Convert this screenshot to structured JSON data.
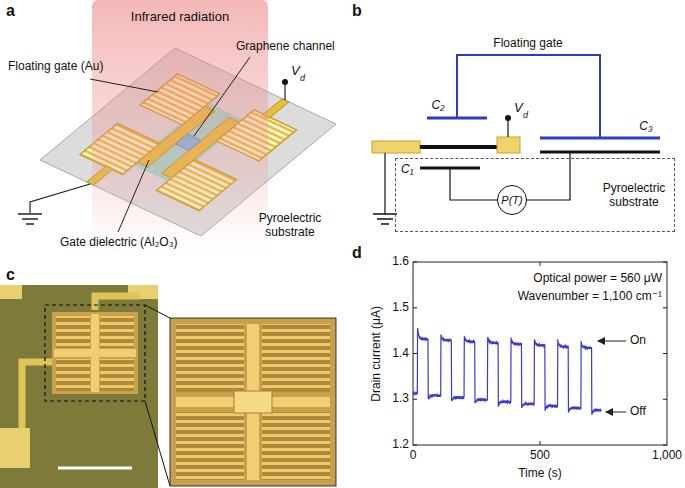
{
  "diagram": {
    "nodes": [
      {
        "text": [
          "Pyroelectric substrate"
        ]
      },
      {
        "text": [
          "P(T)"
        ],
        "in": 0
      }
    ],
    "labels": [
      "a",
      "Infrared radiation",
      "Graphene channel",
      "Floating gate (Au)",
      "V",
      "d",
      "Gate dielectric (Al₂O₃)",
      "Pyroelectric substrate",
      "b",
      "Floating gate",
      "C₂",
      "V",
      "d",
      "C₁",
      "C₃",
      "c",
      "d",
      "1.6",
      "1.5",
      "1.4",
      "1.3",
      "1.2",
      "Drain current (μA)",
      "0",
      "500",
      "1,000",
      "Time (s)",
      "Optical power = 560 μW",
      "Wavenumber = 1,100 cm⁻¹",
      "On",
      "Off"
    ]
  }
}
